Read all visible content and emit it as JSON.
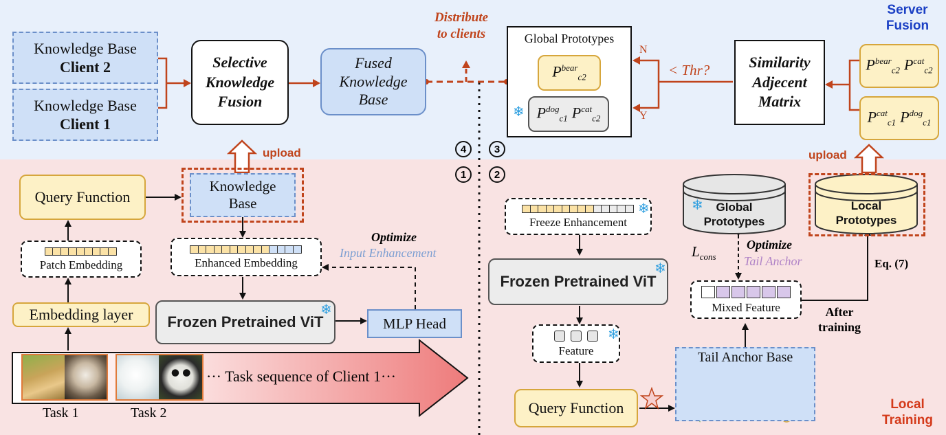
{
  "regions": {
    "server": "Server\nFusion",
    "local": "Local\nTraining"
  },
  "server": {
    "kb_client2_line1": "Knowledge Base",
    "kb_client2_line2": "Client 2",
    "kb_client1_line1": "Knowledge Base",
    "kb_client1_line2": "Client 1",
    "selective_fusion": "Selective\nKnowledge\nFusion",
    "fused_kb": "Fused\nKnowledge\nBase",
    "distribute": "Distribute\nto clients",
    "global_prototypes_title": "Global Prototypes",
    "thr": "< Thr?",
    "n": "N",
    "y": "Y",
    "similarity": "Similarity\nAdjecent\nMatrix",
    "proto_bear": "P",
    "proto_bear_sup": "bear",
    "proto_bear_sub": "c2",
    "proto_dog": "P",
    "proto_dog_sup": "dog",
    "proto_dog_sub": "c1",
    "proto_cat": "P",
    "proto_cat_sup": "cat",
    "proto_cat_sub": "c2",
    "right_top_a_sup": "bear",
    "right_top_a_sub": "c2",
    "right_top_b_sup": "cat",
    "right_top_b_sub": "c2",
    "right_bot_a_sup": "cat",
    "right_bot_a_sub": "c1",
    "right_bot_b_sup": "dog",
    "right_bot_b_sub": "c1"
  },
  "steps": {
    "s1": "1",
    "s2": "2",
    "s3": "3",
    "s4": "4"
  },
  "left": {
    "upload": "upload",
    "query_function": "Query Function",
    "knowledge_base": "Knowledge\nBase",
    "patch_embedding": "Patch Embedding",
    "enhanced_embedding": "Enhanced Embedding",
    "optimize": "Optimize",
    "input_enhancement": "Input Enhancement",
    "embedding_layer": "Embedding layer",
    "frozen_vit": "Frozen Pretrained ViT",
    "mlp_head": "MLP Head",
    "task_sequence": "··· Task sequence of Client 1···",
    "task1": "Task 1",
    "task2": "Task 2"
  },
  "right": {
    "upload": "upload",
    "freeze_enhancement": "Freeze Enhancement",
    "frozen_vit": "Frozen Pretrained ViT",
    "global_prototypes": "Global\nPrototypes",
    "local_prototypes": "Local\nPrototypes",
    "l_cons": "L",
    "l_cons_sub": "cons",
    "optimize": "Optimize",
    "tail_anchor": "Tail Anchor",
    "eq7": "Eq. (7)",
    "mixed_feature": "Mixed Feature",
    "after_training": "After\ntraining",
    "feature": "Feature",
    "tail_anchor_base": "Tail Anchor Base",
    "query_function": "Query Function"
  },
  "colors": {
    "server_bg": "#e8f0fb",
    "local_bg": "#f9e3e3",
    "arrow_red": "#c0441c",
    "region_label_blue": "#1a3fc4",
    "region_label_red": "#d43a1a",
    "optimize_blue": "#7d9fd2",
    "optimize_purple": "#b083c7",
    "snowflake": "#2e9fe0"
  }
}
